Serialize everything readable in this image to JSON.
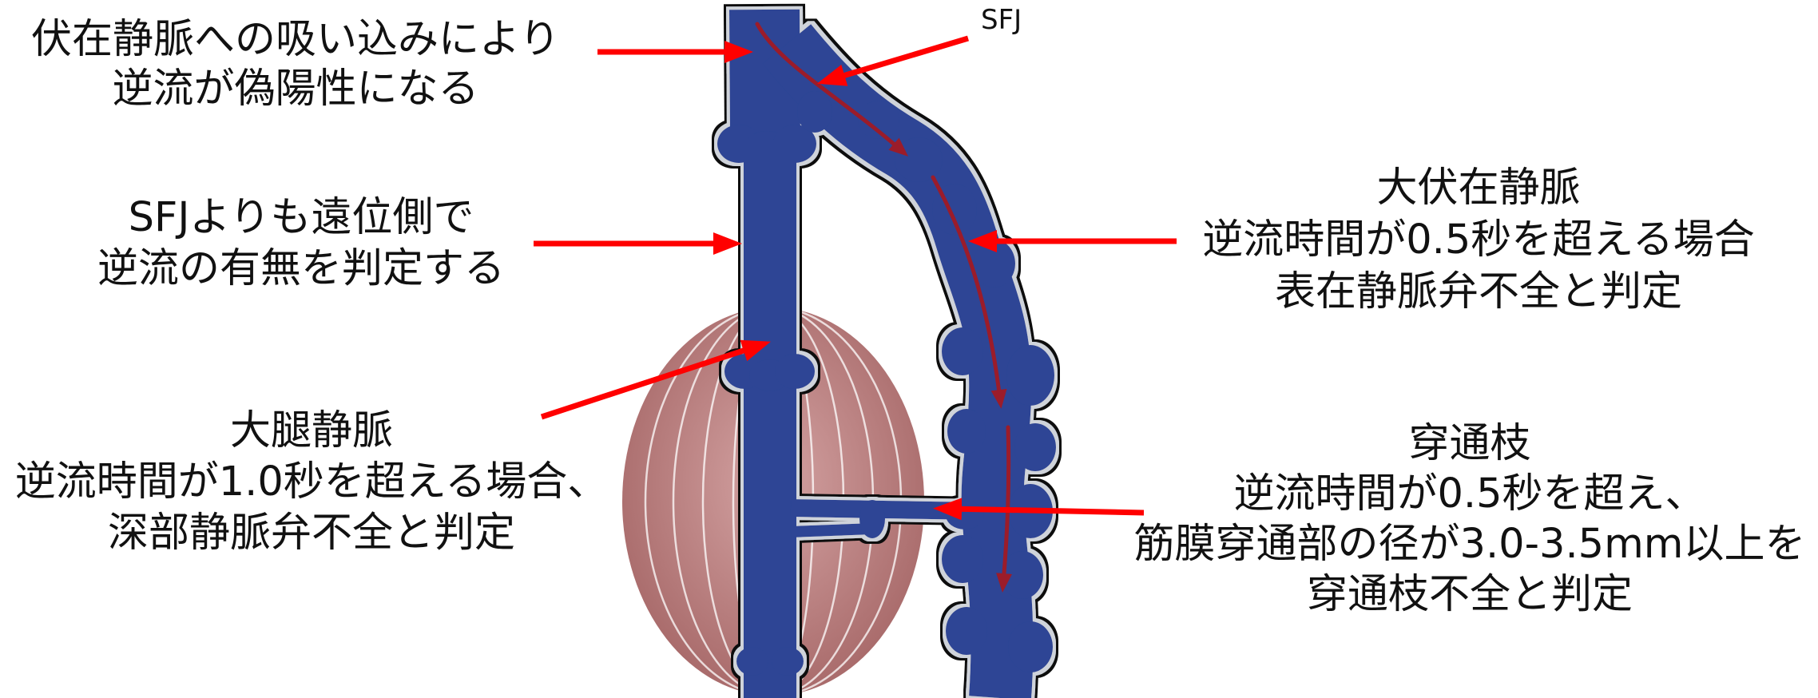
{
  "labels": {
    "reflux_false_positive": [
      "伏在静脈への吸い込みにより",
      "逆流が偽陽性になる"
    ],
    "sfj": "SFJ",
    "assess_distal": [
      "SFJよりも遠位側で",
      "逆流の有無を判定する"
    ],
    "great_saphenous_vein": [
      "大伏在静脈",
      "逆流時間が0.5秒を超える場合",
      "表在静脈弁不全と判定"
    ],
    "femoral_vein": [
      "大腿静脈",
      "逆流時間が1.0秒を超える場合、",
      "深部静脈弁不全と判定"
    ],
    "perforator_vein": [
      "穿通枝",
      "逆流時間が0.5秒を超え、",
      "筋膜穿通部の径が3.0-3.5mm以上を",
      "穿通枝不全と判定"
    ]
  },
  "colors": {
    "annotation_arrow": "#ff0000",
    "vein_fill": "#2d4595",
    "vein_outline": "#111111",
    "vein_rim": "#cfd3da",
    "flow_arrow": "#9b1c2a",
    "muscle_center": "#d4a3a3",
    "muscle_edge": "#a96b6b",
    "muscle_lines": "#ffffff",
    "text": "#111111"
  }
}
